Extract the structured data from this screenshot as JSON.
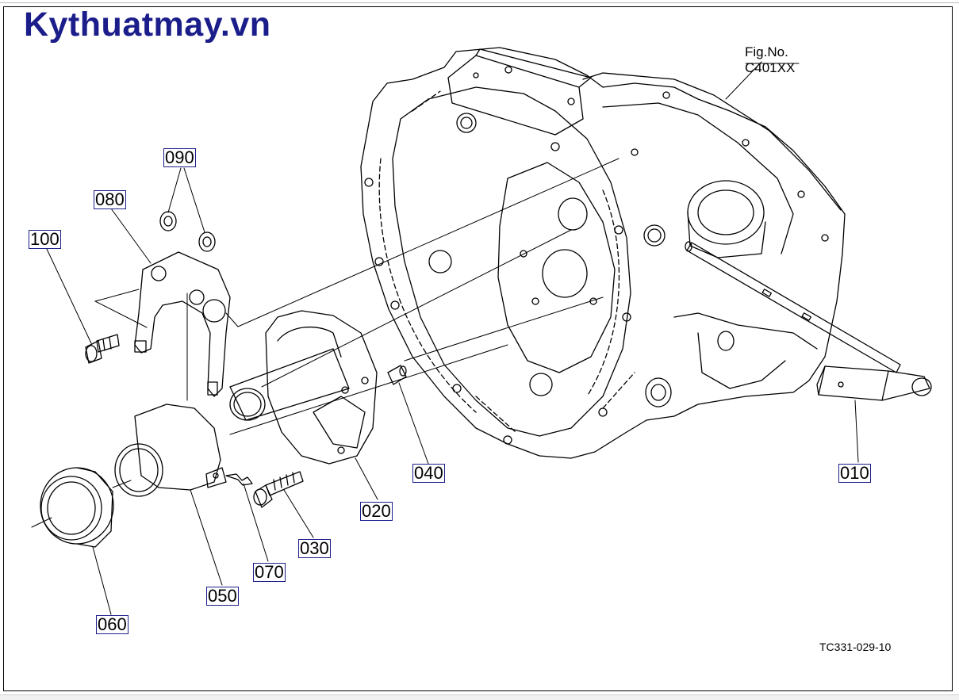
{
  "site_title": "Kythuatmay.vn",
  "figure": {
    "label": "Fig.No.",
    "number": "C401XX"
  },
  "drawing_ref": "TC331-029-10",
  "callouts": [
    "010",
    "020",
    "030",
    "040",
    "050",
    "060",
    "070",
    "080",
    "090",
    "100"
  ],
  "colors": {
    "title": "#1b1e8a",
    "callout_border": "#1b1e8a",
    "line": "#000000"
  }
}
